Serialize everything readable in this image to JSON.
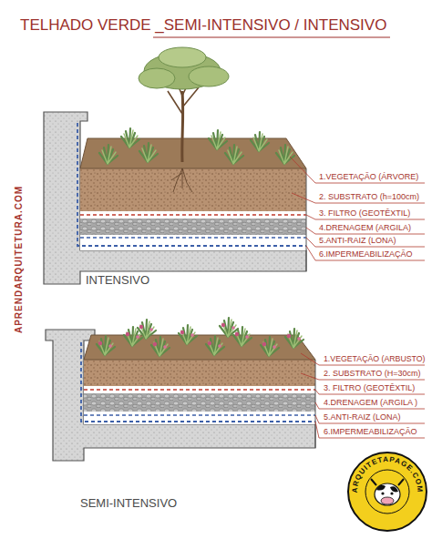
{
  "diagram": {
    "title": "TELHADO VERDE _SEMI-INTENSIVO / INTENSIVO",
    "labels": [
      "1.VEGETAÇÃO (ÁRVORE)",
      "2. SUBSTRATO (h=100cm)",
      "3. FILTRO (GEOTÊXTIL)",
      "4.DRENAGEM (ARGILA)",
      "5.ANTI-RAIZ (LONA)",
      "6.IMPERMEABILIZAÇÃO",
      "INTENSIVO",
      "1.VEGETAÇÃO (ARBUSTO)",
      "2. SUBSTRATO (H=30cm)",
      "3. FILTRO (GEOTÊXTIL)",
      "4.DRENAGEM (ARGILA )",
      "5.ANTI-RAIZ (LONA)",
      "6.IMPERMEABILIZAÇÃO",
      "SEMI-INTENSIVO",
      "APRENDARQUITETURA.COM",
      "ARQUITETAPAGE.COM"
    ]
  }
}
